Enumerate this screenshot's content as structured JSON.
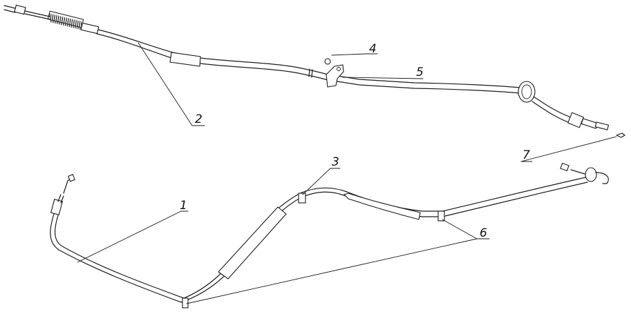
{
  "drawing": {
    "callouts": [
      {
        "id": "1",
        "label": "1"
      },
      {
        "id": "2",
        "label": "2"
      },
      {
        "id": "3",
        "label": "3"
      },
      {
        "id": "4",
        "label": "4"
      },
      {
        "id": "5",
        "label": "5"
      },
      {
        "id": "6",
        "label": "6"
      },
      {
        "id": "7",
        "label": "7"
      }
    ]
  }
}
